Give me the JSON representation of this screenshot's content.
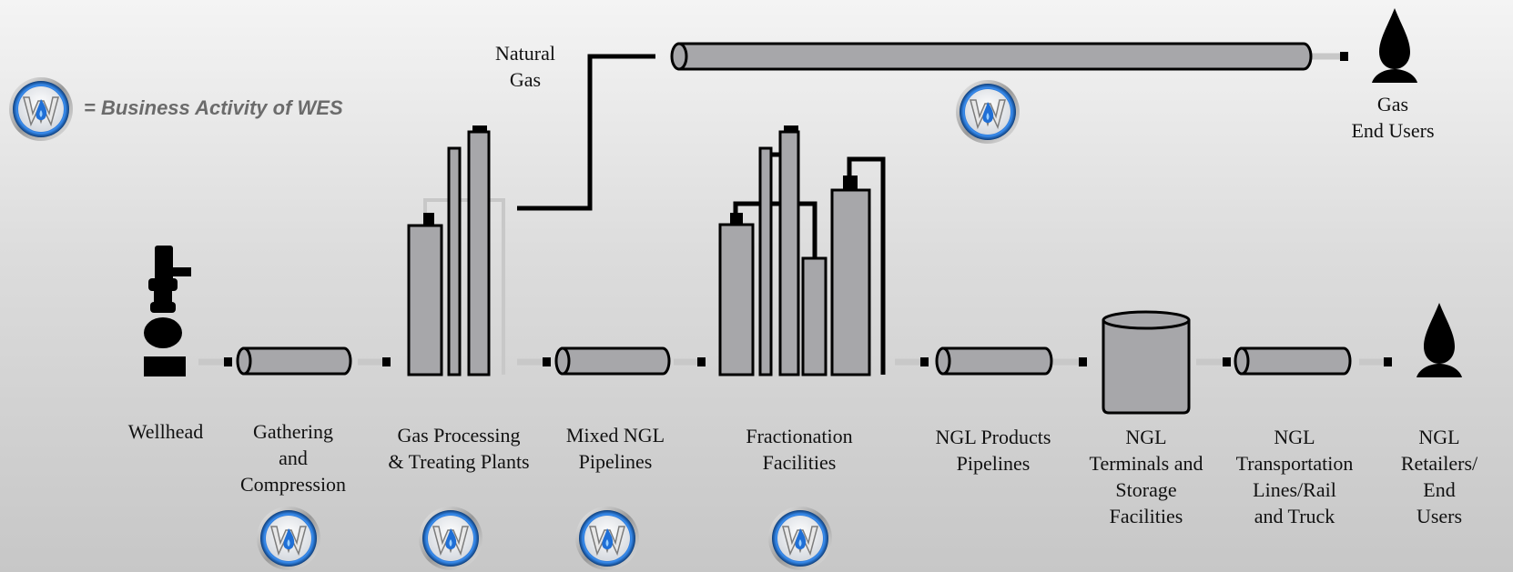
{
  "legend": {
    "text": "= Business Activity of WES",
    "icon": "wes-logo-icon"
  },
  "stages": [
    {
      "id": "wellhead",
      "label": "Wellhead",
      "wes": false
    },
    {
      "id": "gathering",
      "label": "Gathering\nand\nCompression",
      "wes": true
    },
    {
      "id": "gas-processing",
      "label": "Gas Processing\n& Treating Plants",
      "wes": true
    },
    {
      "id": "mixed-ngl",
      "label": "Mixed NGL\nPipelines",
      "wes": true
    },
    {
      "id": "fractionation",
      "label": "Fractionation\nFacilities",
      "wes": true
    },
    {
      "id": "ngl-products",
      "label": "NGL Products\nPipelines",
      "wes": false
    },
    {
      "id": "ngl-terminals",
      "label": "NGL\nTerminals and\nStorage\nFacilities",
      "wes": false
    },
    {
      "id": "ngl-transport",
      "label": "NGL\nTransportation\nLines/Rail\nand Truck",
      "wes": false
    },
    {
      "id": "ngl-retailers",
      "label": "NGL Retailers/\nEnd Users",
      "wes": false
    }
  ],
  "natural_gas": {
    "label": "Natural\nGas",
    "wes": true
  },
  "gas_end_users": {
    "label": "Gas\nEnd Users"
  },
  "colors": {
    "equipment": "#a7a7aa",
    "outline": "#000000",
    "connector": "#c8c8c8",
    "legend_text": "#6b6b6b",
    "logo_blue": "#1f6fd6"
  }
}
